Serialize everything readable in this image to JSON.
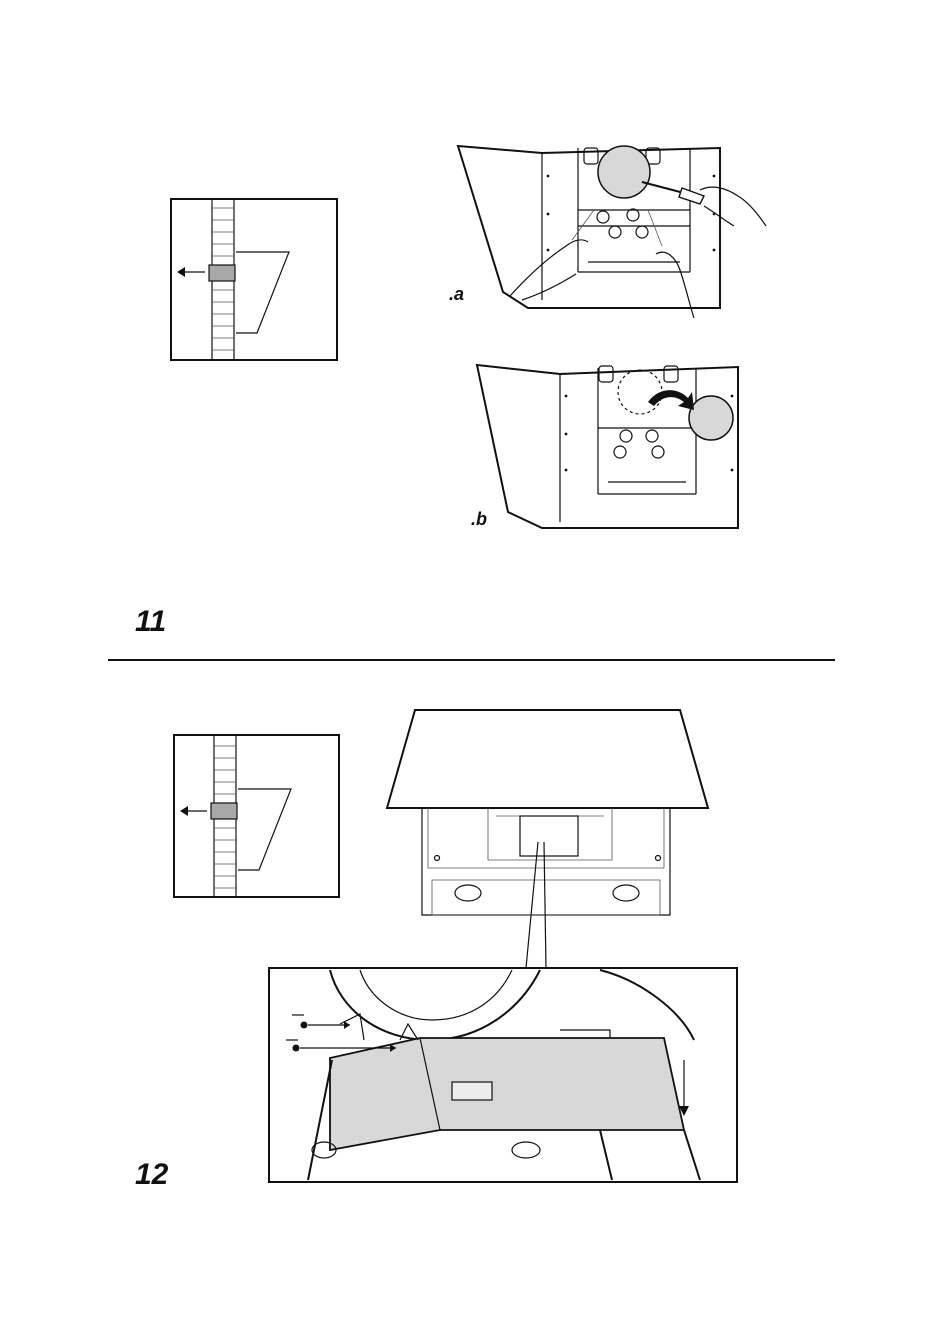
{
  "figure_11": {
    "number": "11",
    "sub_a": ".a",
    "sub_b": ".b"
  },
  "figure_12": {
    "number": "12"
  },
  "colors": {
    "ink": "#111111",
    "filter_gray": "#d8d8d8",
    "highlight_gray": "#b0b0b0"
  }
}
